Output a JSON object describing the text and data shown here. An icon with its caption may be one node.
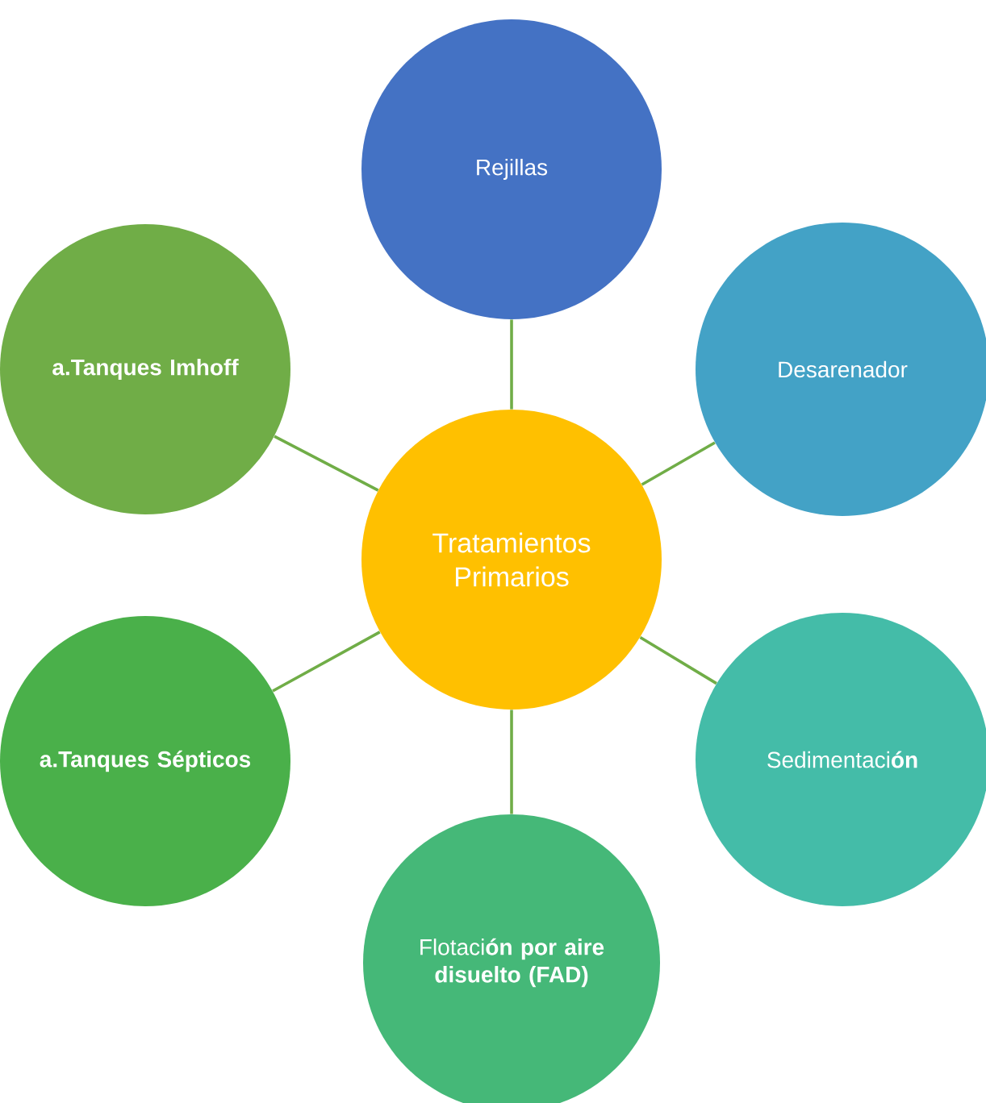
{
  "diagram": {
    "nodes": [
      {
        "text": [
          "Tratamientos Primarios"
        ]
      },
      {
        "text": [
          "Rejillas"
        ]
      },
      {
        "text": [
          "Desarenador"
        ]
      },
      {
        "text": [
          "Sedimentaci**ón**"
        ]
      },
      {
        "text": [
          "Flotaci**ón por aire disuelto (FAD)**"
        ]
      },
      {
        "text": [
          "a.Tanques Sépticos"
        ]
      },
      {
        "text": [
          "a.Tanques Imhoff"
        ]
      }
    ],
    "edges": [
      {
        "from": 0,
        "to": 1,
        "arrow": "none"
      },
      {
        "from": 0,
        "to": 2,
        "arrow": "none"
      },
      {
        "from": 0,
        "to": 3,
        "arrow": "none"
      },
      {
        "from": 0,
        "to": 4,
        "arrow": "none"
      },
      {
        "from": 0,
        "to": 5,
        "arrow": "none"
      },
      {
        "from": 0,
        "to": 6,
        "arrow": "none"
      }
    ]
  }
}
